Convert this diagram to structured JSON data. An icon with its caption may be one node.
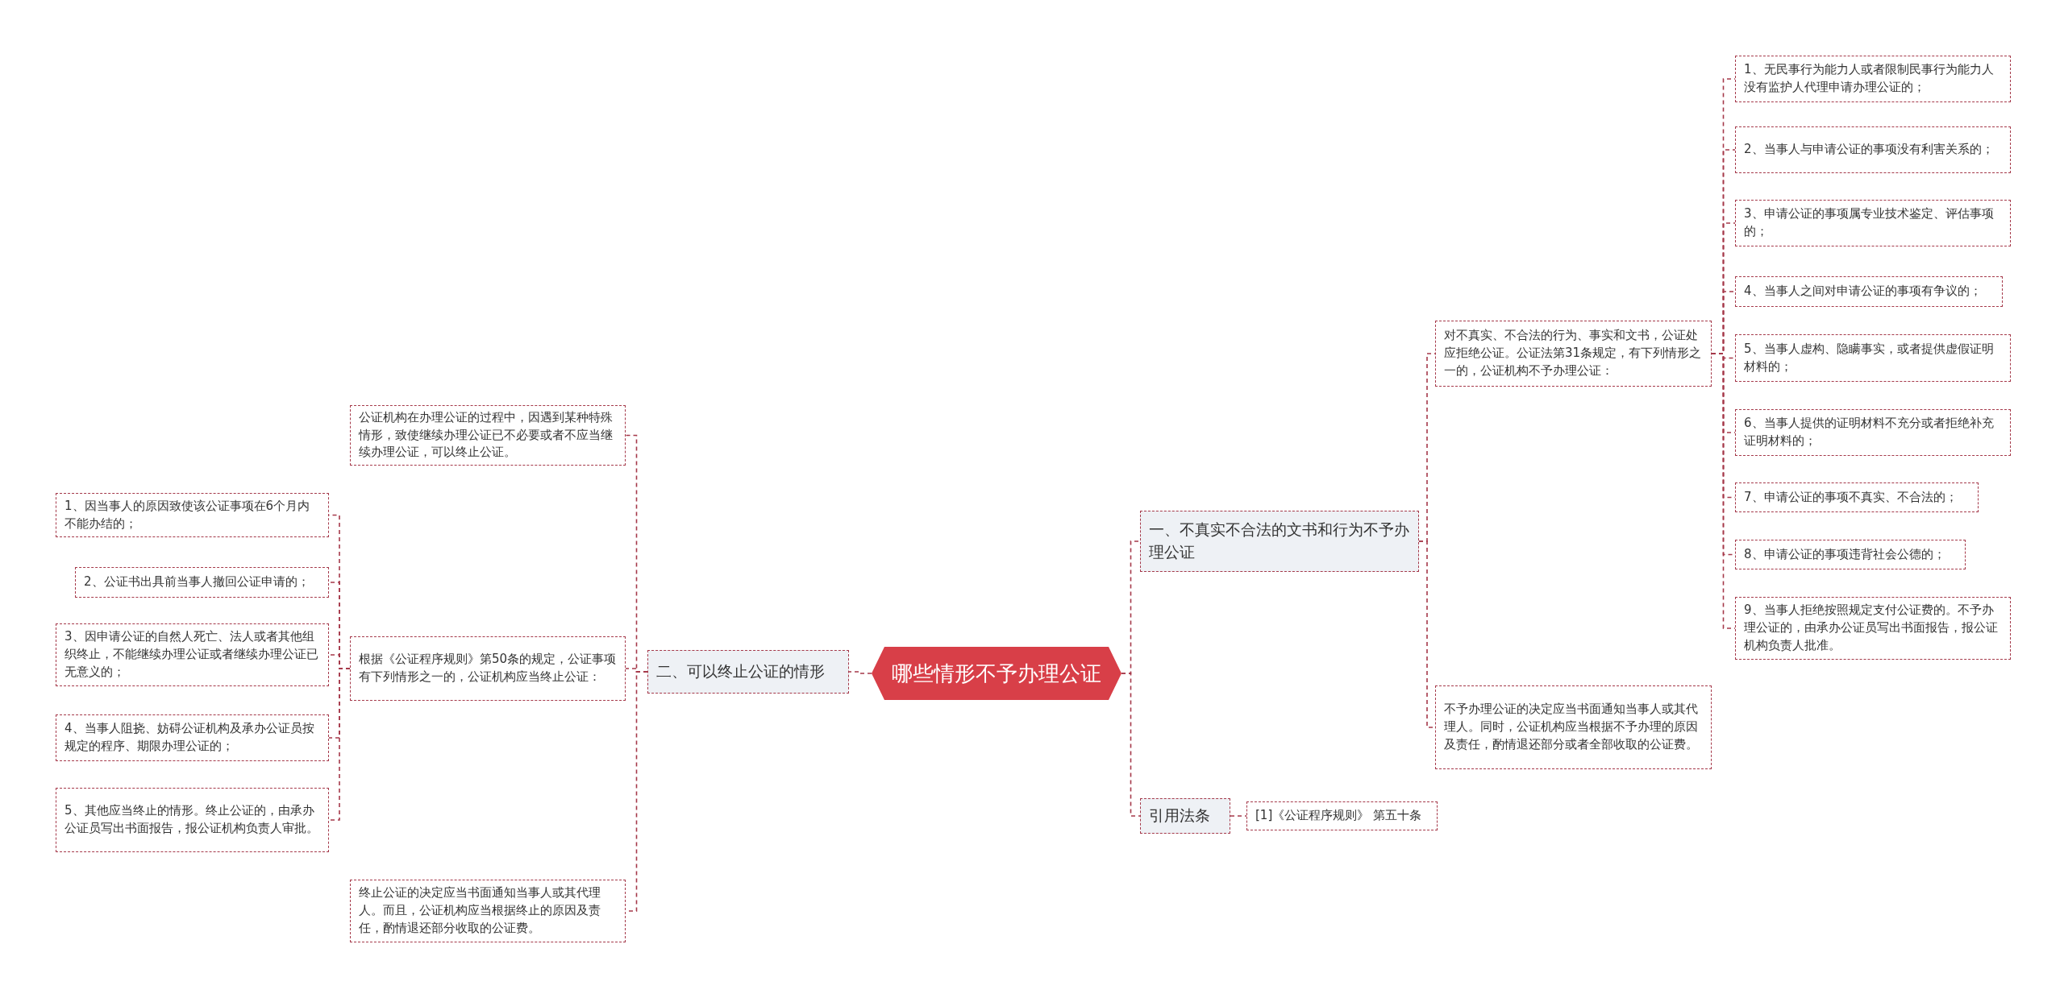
{
  "diagram": {
    "nodes": [
      {
        "text": [
          "哪些情形不予办理公证"
        ]
      },
      {
        "text": [
          "一、不真实不合法的文书和行为不予办理公证"
        ]
      },
      {
        "text": [
          "对不真实、不合法的行为、事实和文书，公证处应拒绝公证。公证法第31条规定，有下列情形之一的，公证机构不予办理公证："
        ]
      },
      {
        "text": [
          "1、无民事行为能力人或者限制民事行为能力人没有监护人代理申请办理公证的；"
        ]
      },
      {
        "text": [
          "2、当事人与申请公证的事项没有利害关系的；"
        ]
      },
      {
        "text": [
          "3、申请公证的事项属专业技术鉴定、评估事项的；"
        ]
      },
      {
        "text": [
          "4、当事人之间对申请公证的事项有争议的；"
        ]
      },
      {
        "text": [
          "5、当事人虚构、隐瞒事实，或者提供虚假证明材料的；"
        ]
      },
      {
        "text": [
          "6、当事人提供的证明材料不充分或者拒绝补充证明材料的；"
        ]
      },
      {
        "text": [
          "7、申请公证的事项不真实、不合法的；"
        ]
      },
      {
        "text": [
          "8、申请公证的事项违背社会公德的；"
        ]
      },
      {
        "text": [
          "9、当事人拒绝按照规定支付公证费的。不予办理公证的，由承办公证员写出书面报告，报公证机构负责人批准。"
        ]
      },
      {
        "text": [
          "不予办理公证的决定应当书面通知当事人或其代理人。同时，公证机构应当根据不予办理的原因及责任，酌情退还部分或者全部收取的公证费。"
        ]
      },
      {
        "text": [
          "引用法条"
        ]
      },
      {
        "text": [
          "[1]《公证程序规则》 第五十条"
        ]
      },
      {
        "text": [
          "二、可以终止公证的情形"
        ]
      },
      {
        "text": [
          "公证机构在办理公证的过程中，因遇到某种特殊情形，致使继续办理公证已不必要或者不应当继续办理公证，可以终止公证。"
        ]
      },
      {
        "text": [
          "根据《公证程序规则》第50条的规定，公证事项有下列情形之一的，公证机构应当终止公证："
        ]
      },
      {
        "text": [
          "1、因当事人的原因致使该公证事项在6个月内不能办结的；"
        ]
      },
      {
        "text": [
          "2、公证书出具前当事人撤回公证申请的；"
        ]
      },
      {
        "text": [
          "3、因申请公证的自然人死亡、法人或者其他组织终止，不能继续办理公证或者继续办理公证已无意义的；"
        ]
      },
      {
        "text": [
          "4、当事人阻挠、妨碍公证机构及承办公证员按规定的程序、期限办理公证的；"
        ]
      },
      {
        "text": [
          "5、其他应当终止的情形。终止公证的，由承办公证员写出书面报告，报公证机构负责人审批。"
        ]
      },
      {
        "text": [
          "终止公证的决定应当书面通知当事人或其代理人。而且，公证机构应当根据终止的原因及责任，酌情退还部分收取的公证费。"
        ]
      }
    ],
    "edges": [
      {
        "from": 0,
        "to": 1,
        "arrow": "none"
      },
      {
        "from": 1,
        "to": 2,
        "arrow": "none"
      },
      {
        "from": 2,
        "to": 3,
        "arrow": "none"
      },
      {
        "from": 2,
        "to": 4,
        "arrow": "none"
      },
      {
        "from": 2,
        "to": 5,
        "arrow": "none"
      },
      {
        "from": 2,
        "to": 6,
        "arrow": "none"
      },
      {
        "from": 2,
        "to": 7,
        "arrow": "none"
      },
      {
        "from": 2,
        "to": 8,
        "arrow": "none"
      },
      {
        "from": 2,
        "to": 9,
        "arrow": "none"
      },
      {
        "from": 2,
        "to": 10,
        "arrow": "none"
      },
      {
        "from": 2,
        "to": 11,
        "arrow": "none"
      },
      {
        "from": 1,
        "to": 12,
        "arrow": "none"
      },
      {
        "from": 0,
        "to": 13,
        "arrow": "none"
      },
      {
        "from": 13,
        "to": 14,
        "arrow": "none"
      },
      {
        "from": 0,
        "to": 15,
        "arrow": "none"
      },
      {
        "from": 15,
        "to": 16,
        "arrow": "none"
      },
      {
        "from": 15,
        "to": 17,
        "arrow": "none"
      },
      {
        "from": 17,
        "to": 18,
        "arrow": "none"
      },
      {
        "from": 17,
        "to": 19,
        "arrow": "none"
      },
      {
        "from": 17,
        "to": 20,
        "arrow": "none"
      },
      {
        "from": 17,
        "to": 21,
        "arrow": "none"
      },
      {
        "from": 17,
        "to": 22,
        "arrow": "none"
      },
      {
        "from": 15,
        "to": 23,
        "arrow": "none"
      }
    ]
  }
}
